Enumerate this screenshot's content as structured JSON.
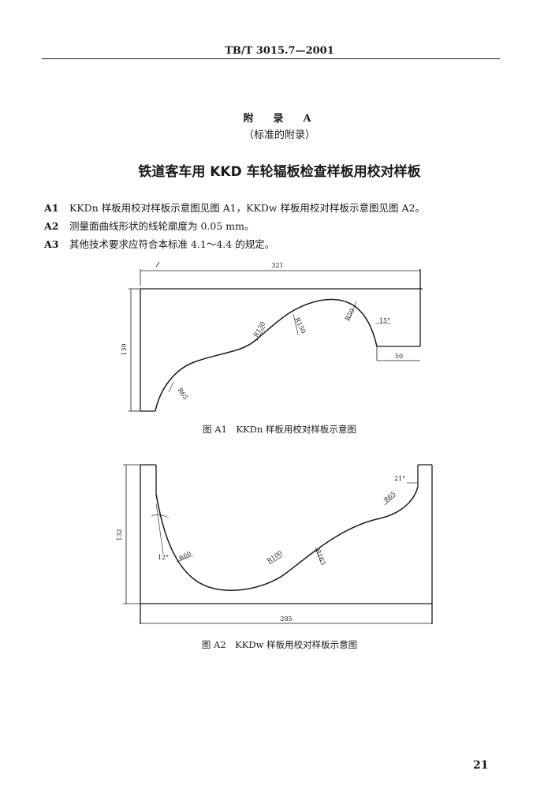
{
  "header": {
    "code": "TB/T 3015.7—2001"
  },
  "appendix": {
    "title": "附　录　A",
    "subtitle": "（标准的附录）"
  },
  "doc_title": "铁道客车用 KKD 车轮辐板检查样板用校对样板",
  "items": [
    {
      "num": "A1",
      "text": "KKDn 样板用校对样板示意图见图 A1，KKDw 样板用校对样板示意图见图 A2。"
    },
    {
      "num": "A2",
      "text": "测量面曲线形状的线轮廓度为 0.05 mm。"
    },
    {
      "num": "A3",
      "text": "其他技术要求应符合本标准 4.1～4.4 的规定。"
    }
  ],
  "figure_a1": {
    "caption": "图 A1　KKDn 样板用校对样板示意图",
    "dims": {
      "width": "321",
      "height": "139",
      "step": "50",
      "angle": "15°"
    },
    "radii": {
      "r65": "R65",
      "r130": "R130",
      "r150": "R150",
      "r50": "R50"
    }
  },
  "figure_a2": {
    "caption": "图 A2　KKDw 样板用校对样板示意图",
    "dims": {
      "width": "285",
      "height": "132",
      "angle_left": "12°",
      "angle_right": "21°"
    },
    "radii": {
      "r60": "R60",
      "r100": "R100",
      "r163": "R163",
      "r65": "R65"
    }
  },
  "page_number": "21"
}
